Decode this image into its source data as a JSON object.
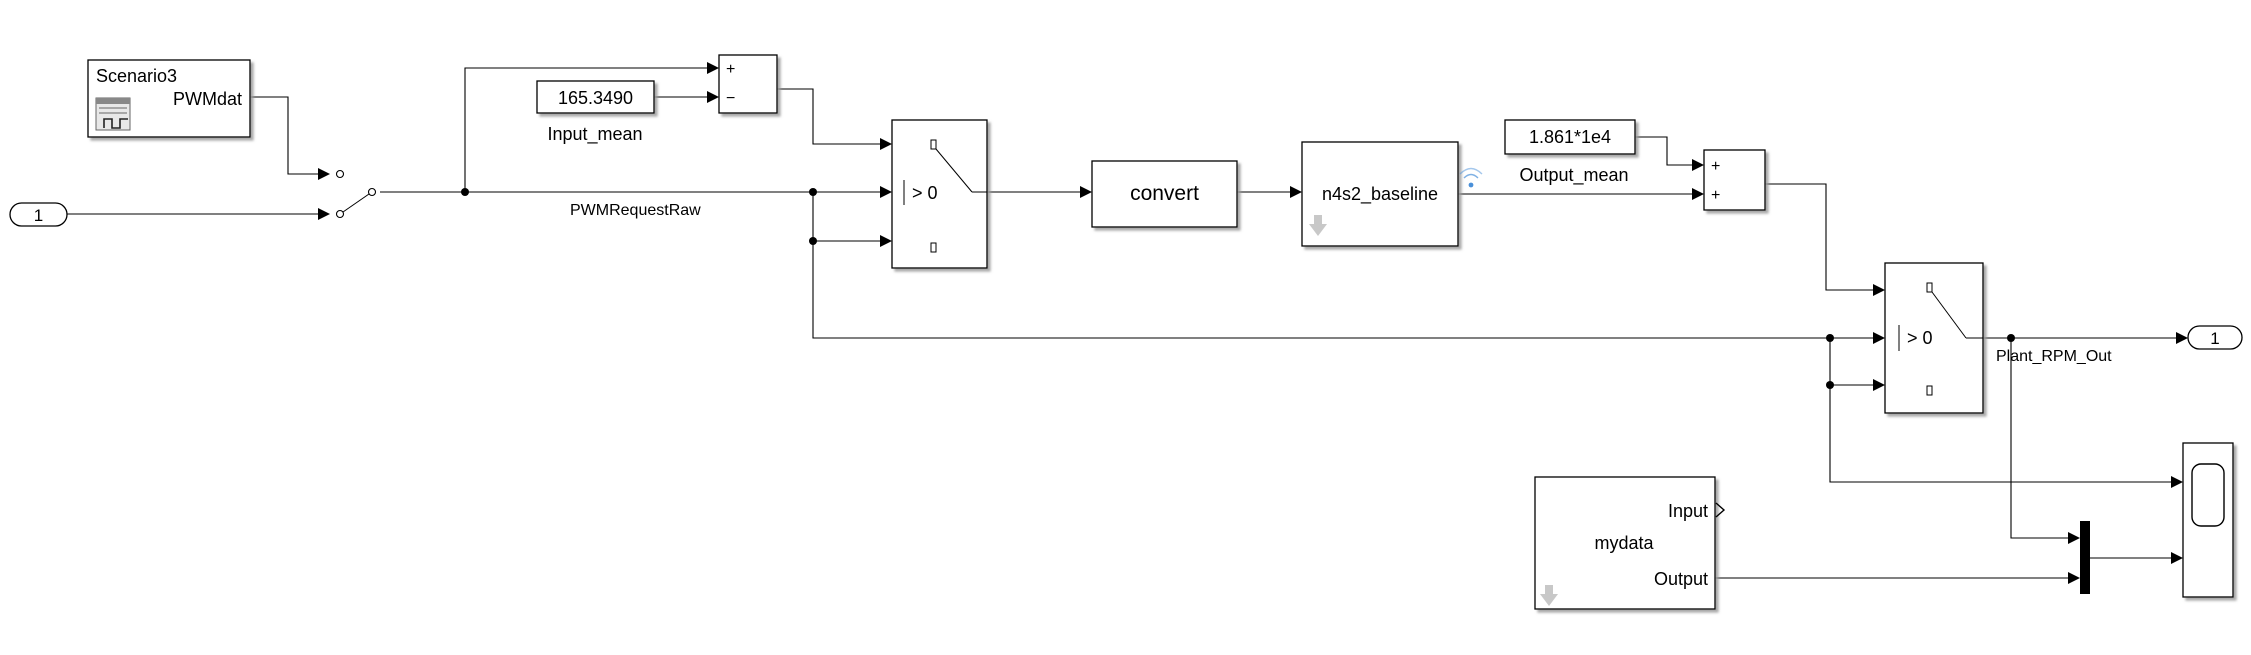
{
  "blocks": {
    "scenario_title": "Scenario3",
    "scenario_port": "PWMdat",
    "inport_number": "1",
    "input_mean_value": "165.3490",
    "input_mean_label": "Input_mean",
    "sum1_plus": "+",
    "sum1_minus": "−",
    "switch1_threshold": "> 0",
    "convert_label": "convert",
    "model_label": "n4s2_baseline",
    "output_mean_value": "1.861*1e4",
    "output_mean_label": "Output_mean",
    "sum2_plus_top": "+",
    "sum2_plus_bottom": "+",
    "switch2_threshold": "> 0",
    "outport_number": "1",
    "mydata_label": "mydata",
    "mydata_input": "Input",
    "mydata_output": "Output"
  },
  "signals": {
    "pwm_request_raw": "PWMRequestRaw",
    "plant_rpm_out": "Plant_RPM_Out"
  },
  "colors": {
    "line": "#000000",
    "block_fill": "#ffffff",
    "shadow": "#9a9a9a",
    "wireless_icon": "#4a90d9",
    "down_arrow_icon": "#b0b0b0"
  }
}
